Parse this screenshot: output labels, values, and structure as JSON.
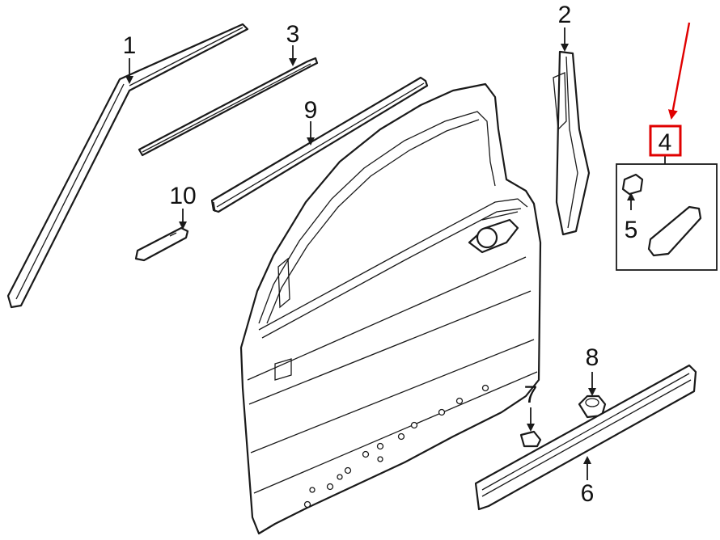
{
  "callouts": {
    "c1": "1",
    "c2": "2",
    "c3": "3",
    "c4": "4",
    "c5": "5",
    "c6": "6",
    "c7": "7",
    "c8": "8",
    "c9": "9",
    "c10": "10"
  },
  "colors": {
    "line": "#1a1a1a",
    "highlight": "#e00000",
    "background": "#ffffff"
  }
}
